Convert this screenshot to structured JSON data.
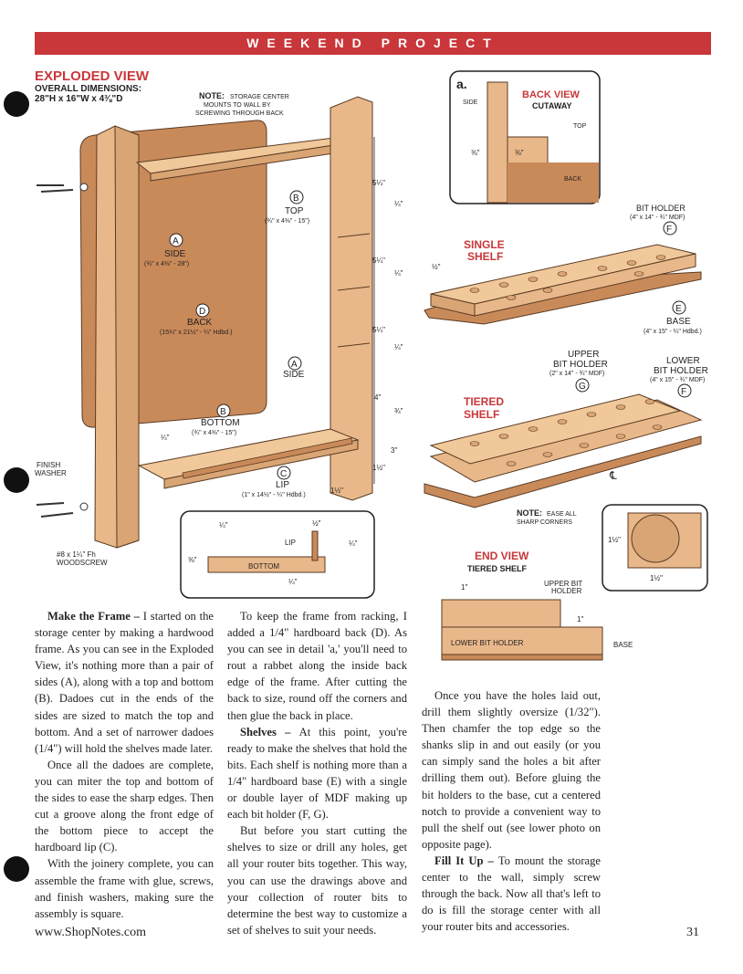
{
  "banner": "WEEKEND PROJECT",
  "exploded": {
    "title": "EXPLODED VIEW",
    "dims_label": "OVERALL DIMENSIONS:",
    "dims": "28\"H x 16\"W x 4⅜\"D",
    "note_head": "NOTE:",
    "note_line1": "STORAGE CENTER",
    "note_line2": "MOUNTS TO WALL BY",
    "note_line3": "SCREWING THROUGH BACK",
    "top_letter": "B",
    "top_name": "TOP",
    "top_spec": "(¾\" x 4⅜\" - 15\")",
    "side_letter": "A",
    "side_name": "SIDE",
    "side_spec": "(¾\" x 4⅜\" - 28\")",
    "back_letter": "D",
    "back_name": "BACK",
    "back_spec": "(15¼\" x 21½\" - ¼\" Hdbd.)",
    "side2_name": "SIDE",
    "bottom_letter": "B",
    "bottom_name": "BOTTOM",
    "bottom_spec": "(¾\" x 4⅜\" - 15\")",
    "lip_letter": "C",
    "lip_name": "LIP",
    "lip_spec": "(1\" x 14½\" - ¼\" Hdbd.)",
    "finish_washer": [
      "FINISH",
      "WASHER"
    ],
    "screw": [
      "#8 x 1¼\" Fh",
      "WOODSCREW"
    ],
    "dim_list": [
      "5¼\"",
      "¼\"",
      "5¼\"",
      "¼\"",
      "5¼\"",
      "¼\"",
      "4\"",
      "¾\"",
      "3\"",
      "1½\""
    ],
    "dim_bottom_lip": "¼\"",
    "dim_lip_small": "1½\""
  },
  "detail_a": {
    "letter": "a.",
    "title": "BACK VIEW",
    "subtitle": "CUTAWAY",
    "side": "SIDE",
    "top": "TOP",
    "back": "BACK",
    "dim1": "⅜\"",
    "dim2": "⅜\""
  },
  "bottom_detail": {
    "d1": "¼\"",
    "d2": "½\"",
    "d3": "⅜\"",
    "d4": "¼\"",
    "d5": "¼\"",
    "lip": "LIP",
    "bottom": "BOTTOM"
  },
  "single": {
    "title1": "SINGLE",
    "title2": "SHELF",
    "bit_holder": "BIT HOLDER",
    "bit_holder_spec": "(4\" x 14\" - ¾\" MDF)",
    "bit_letter": "F",
    "base_letter": "E",
    "base_name": "BASE",
    "base_spec": "(4\" x 15\" - ¼\" Hdbd.)",
    "dim": "½\""
  },
  "tiered": {
    "title1": "TIERED",
    "title2": "SHELF",
    "upper1": "UPPER",
    "upper2": "BIT HOLDER",
    "upper_spec": "(2\" x 14\" - ¾\" MDF)",
    "upper_letter": "G",
    "lower1": "LOWER",
    "lower2": "BIT HOLDER",
    "lower_spec": "(4\" x 15\" - ¾\" MDF)",
    "lower_letter": "F",
    "centerline": "℄",
    "note_head": "NOTE:",
    "note1": "EASE ALL",
    "note2": "SHARP CORNERS",
    "detail_d1": "1½\"",
    "detail_d2": "1½\""
  },
  "end_view": {
    "title": "END VIEW",
    "subtitle": "TIERED SHELF",
    "d1": "1\"",
    "d2": "1\"",
    "upper1": "UPPER BIT",
    "upper2": "HOLDER",
    "lower": "LOWER BIT HOLDER",
    "base": "BASE"
  },
  "article": {
    "col1": {
      "h1": "Make the Frame – ",
      "p1": "I started on the storage center by making a hardwood frame. As you can see in the Exploded View, it's nothing more than a pair of sides (A), along with a top and bottom (B). Dadoes cut in the ends of the sides are sized to match the top and bottom. And a set of narrower dadoes (1/4\") will hold the shelves made later.",
      "p2": "Once all the dadoes are complete, you can miter the top and bottom of the sides to ease the sharp edges. Then cut a groove along the front edge of the bottom piece to accept the hardboard lip (C).",
      "p3": "With the joinery complete, you can assemble the frame with glue, screws, and finish washers, making sure the assembly is square."
    },
    "col2": {
      "p1": "To keep the frame from racking, I added a 1/4\" hardboard back (D). As you can see in detail 'a,' you'll need to rout a rabbet along the inside back edge of the frame. After cutting the back to size, round off the corners and then glue the back in place.",
      "h2": "Shelves – ",
      "p2": "At this point, you're ready to make the shelves that hold the bits. Each shelf is nothing more than a 1/4\" hardboard base (E) with a single or double layer of MDF making up each bit holder (F, G).",
      "p3": "But before you start cutting the shelves to size or drill any holes, get all your router bits together. This way, you can use the drawings above and your collection of router bits to determine the best way to customize a set of shelves to suit your needs."
    },
    "col3": {
      "p1": "Once you have the holes laid out, drill them slightly oversize (1/32\"). Then chamfer the top edge so the shanks slip in and out easily (or you can simply sand the holes a bit after drilling them out). Before gluing the bit holders to the base, cut a centered notch to provide a convenient way to pull the shelf out (see lower photo on opposite page).",
      "h2": "Fill It Up – ",
      "p2": "To mount the storage center to the wall, simply screw through the back. Now all that's left to do is fill the storage center with all your router bits and accessories."
    }
  },
  "footer": {
    "url": "www.ShopNotes.com",
    "page": "31"
  },
  "colors": {
    "banner": "#c9373a",
    "wood": "#e8b88a",
    "back_panel": "#c98a5a",
    "accent": "#c9373a"
  }
}
